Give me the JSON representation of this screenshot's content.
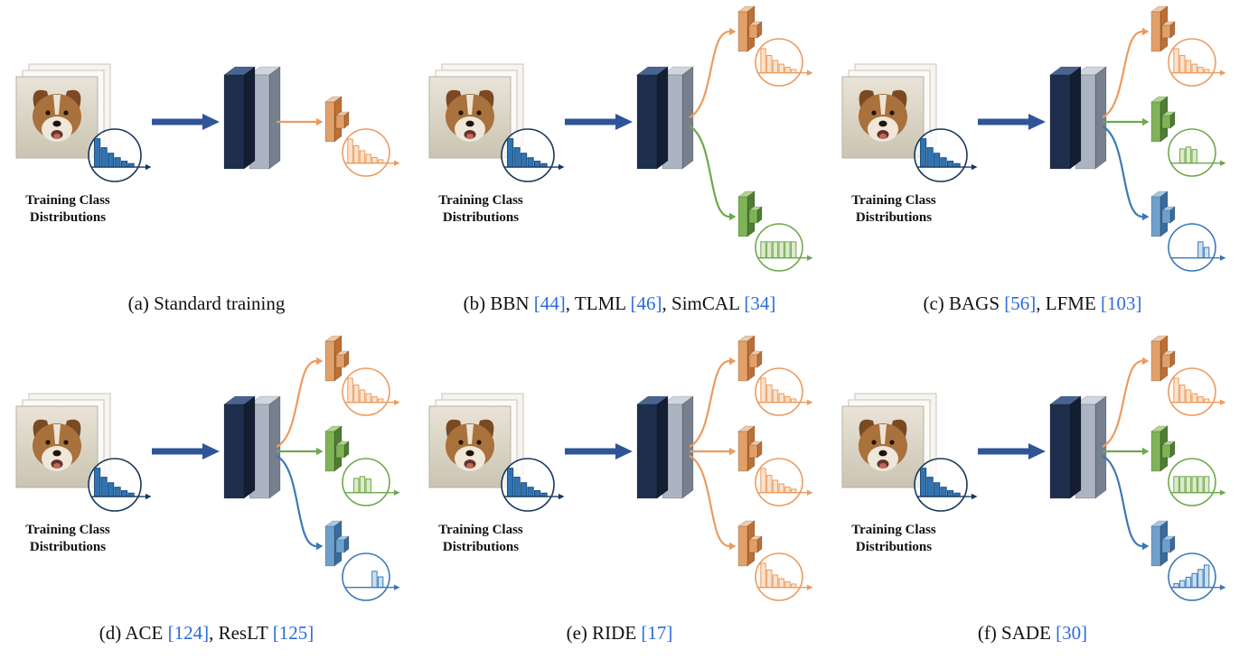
{
  "figure": {
    "training_label": {
      "line1": "Training Class",
      "line2": "Distributions"
    }
  },
  "colors": {
    "cite": "#2B6CDE",
    "caption_text": "#111111",
    "input_arrow": "#2F5597",
    "input_circle": "#17365D",
    "input_bar_fill": "#2E74B5",
    "input_bar_stroke": "#1F4E79",
    "orange": {
      "stroke": "#EC9B5E",
      "bar_fill": "#FBE3CD",
      "slab_front": "#E2A069",
      "slab_top": "#F2C9A2",
      "slab_side": "#BC7036"
    },
    "green": {
      "stroke": "#6EA84C",
      "bar_fill": "#DCEBCB",
      "slab_front": "#7FB357",
      "slab_top": "#AED68D",
      "slab_side": "#4F7D33"
    },
    "blue": {
      "stroke": "#3C78B4",
      "bar_fill": "#CCE0F2",
      "slab_front": "#6FA0CC",
      "slab_top": "#A6C8E8",
      "slab_side": "#3B6B9C"
    },
    "network": {
      "dark_front": "#1E2F4D",
      "dark_top": "#4A6491",
      "dark_side": "#131E33",
      "gray_front": "#ACB4C2",
      "gray_top": "#D0D6DF",
      "gray_side": "#76808F"
    }
  },
  "histograms": {
    "input": [
      0.82,
      0.56,
      0.4,
      0.27,
      0.17,
      0.1
    ],
    "longtail": [
      0.78,
      0.56,
      0.4,
      0.28,
      0.18,
      0.11
    ],
    "uniform": [
      0.52,
      0.52,
      0.52,
      0.52,
      0.52,
      0.52
    ],
    "middle": [
      0,
      0.46,
      0.52,
      0.44,
      0,
      0
    ],
    "tail": [
      0,
      0,
      0,
      0,
      0.52,
      0.34
    ],
    "ascending": [
      0.12,
      0.22,
      0.33,
      0.45,
      0.58,
      0.72
    ]
  },
  "panels": [
    {
      "id": "a",
      "caption": [
        {
          "t": "(a) Standard training",
          "c": false
        }
      ],
      "branches": [
        {
          "color": "orange",
          "hist": "longtail",
          "slot": "single"
        }
      ]
    },
    {
      "id": "b",
      "caption": [
        {
          "t": "(b) BBN ",
          "c": false
        },
        {
          "t": "[44]",
          "c": true
        },
        {
          "t": ", TLML ",
          "c": false
        },
        {
          "t": "[46]",
          "c": true
        },
        {
          "t": ", SimCAL ",
          "c": false
        },
        {
          "t": "[34]",
          "c": true
        }
      ],
      "branches": [
        {
          "color": "orange",
          "hist": "longtail",
          "slot": "top"
        },
        {
          "color": "green",
          "hist": "uniform",
          "slot": "bottom"
        }
      ]
    },
    {
      "id": "c",
      "caption": [
        {
          "t": "(c) BAGS ",
          "c": false
        },
        {
          "t": "[56]",
          "c": true
        },
        {
          "t": ", LFME ",
          "c": false
        },
        {
          "t": "[103]",
          "c": true
        }
      ],
      "branches": [
        {
          "color": "orange",
          "hist": "longtail",
          "slot": "top"
        },
        {
          "color": "green",
          "hist": "middle",
          "slot": "mid"
        },
        {
          "color": "blue",
          "hist": "tail",
          "slot": "bottom"
        }
      ]
    },
    {
      "id": "d",
      "caption": [
        {
          "t": "(d) ACE ",
          "c": false
        },
        {
          "t": "[124]",
          "c": true
        },
        {
          "t": ", ResLT ",
          "c": false
        },
        {
          "t": "[125]",
          "c": true
        }
      ],
      "branches": [
        {
          "color": "orange",
          "hist": "longtail",
          "slot": "top"
        },
        {
          "color": "green",
          "hist": "middle",
          "slot": "mid"
        },
        {
          "color": "blue",
          "hist": "tail",
          "slot": "bottom"
        }
      ]
    },
    {
      "id": "e",
      "caption": [
        {
          "t": "(e) RIDE ",
          "c": false
        },
        {
          "t": "[17]",
          "c": true
        }
      ],
      "branches": [
        {
          "color": "orange",
          "hist": "longtail",
          "slot": "top"
        },
        {
          "color": "orange",
          "hist": "longtail",
          "slot": "mid"
        },
        {
          "color": "orange",
          "hist": "longtail",
          "slot": "bottom"
        }
      ]
    },
    {
      "id": "f",
      "caption": [
        {
          "t": "(f) SADE ",
          "c": false
        },
        {
          "t": "[30]",
          "c": true
        }
      ],
      "branches": [
        {
          "color": "orange",
          "hist": "longtail",
          "slot": "top"
        },
        {
          "color": "green",
          "hist": "uniform",
          "slot": "mid"
        },
        {
          "color": "blue",
          "hist": "ascending",
          "slot": "bottom"
        }
      ]
    }
  ]
}
